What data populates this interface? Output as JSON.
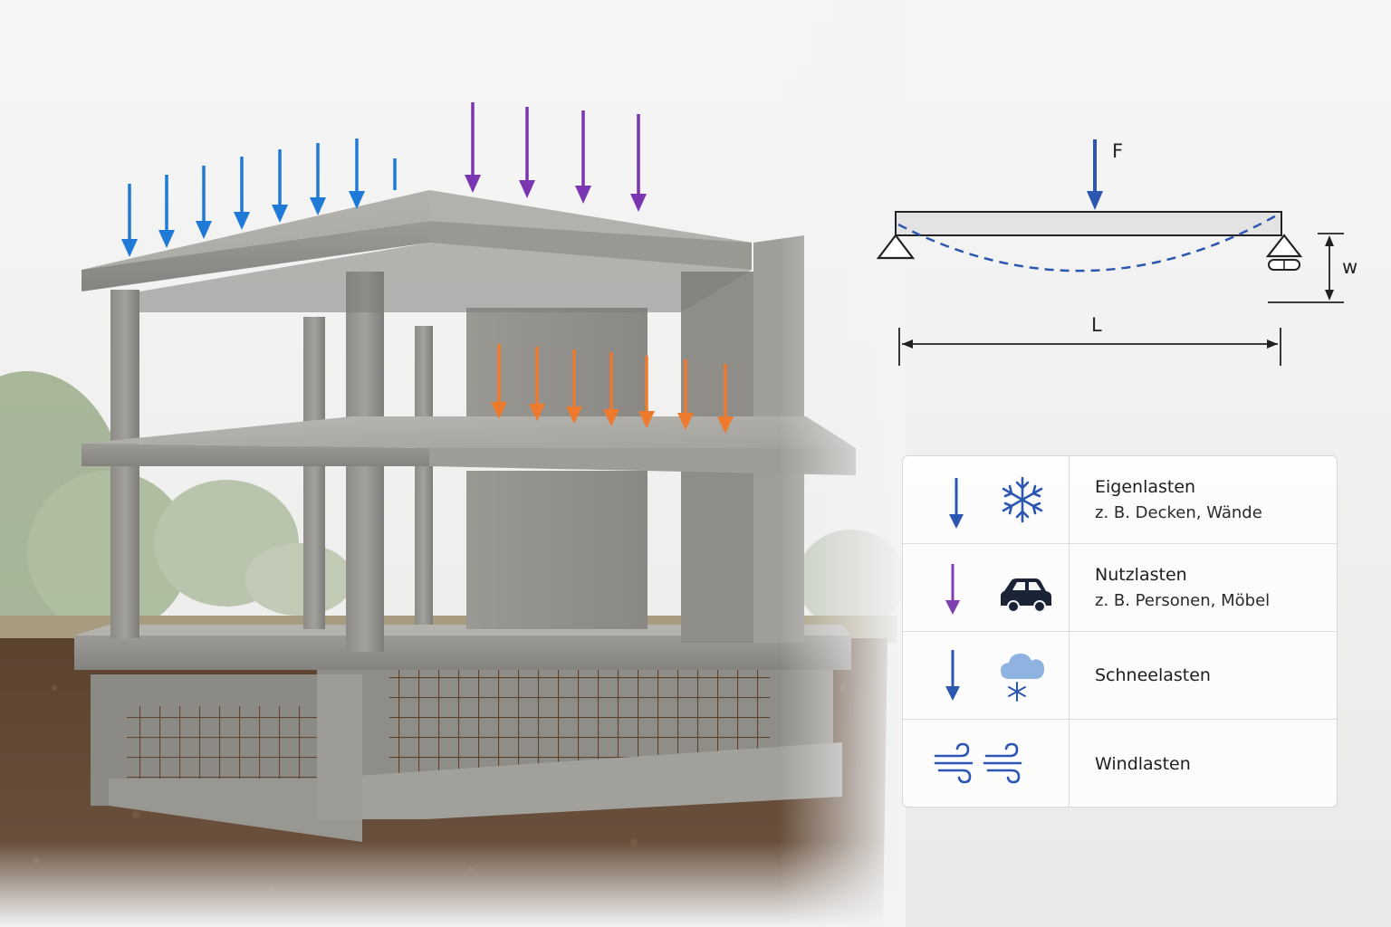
{
  "beam": {
    "force_label": "F",
    "length_label": "L",
    "deflection_label": "w"
  },
  "legend": {
    "rows": [
      {
        "title": "Eigenlasten",
        "subtitle": "z. B. Decken, Wände",
        "arrow_icon": "arrow-down-icon",
        "icon": "snowflake-icon",
        "arrow_color": "#2c57b0"
      },
      {
        "title": "Nutzlasten",
        "subtitle": "z. B. Personen, Möbel",
        "arrow_icon": "arrow-down-icon",
        "icon": "car-icon",
        "arrow_color": "#7e3fb0"
      },
      {
        "title": "Schneelasten",
        "subtitle": "",
        "arrow_icon": "arrow-down-icon",
        "icon": "snow-cloud-icon",
        "arrow_color": "#2c57b0"
      },
      {
        "title": "Windlasten",
        "subtitle": "",
        "arrow_icon": "",
        "icon": "wind-icon",
        "arrow_color": "#2c57b0"
      }
    ]
  },
  "colors": {
    "roof_load_blue": "#1e7ad6",
    "roof_load_purple": "#7a35b0",
    "floor_load_orange": "#ee7a2e",
    "beam_blue": "#2c57b0"
  }
}
